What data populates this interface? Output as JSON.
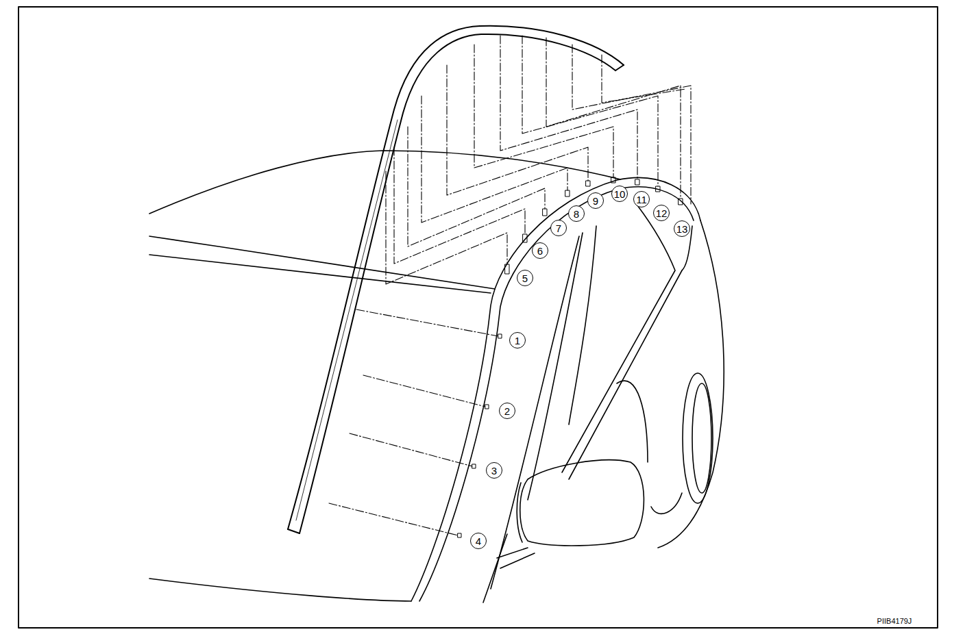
{
  "diagram": {
    "labels": [
      "1",
      "2",
      "3",
      "4",
      "5",
      "6",
      "7",
      "8",
      "9",
      "10",
      "11",
      "12",
      "13",
      "PIIB4179J"
    ]
  }
}
